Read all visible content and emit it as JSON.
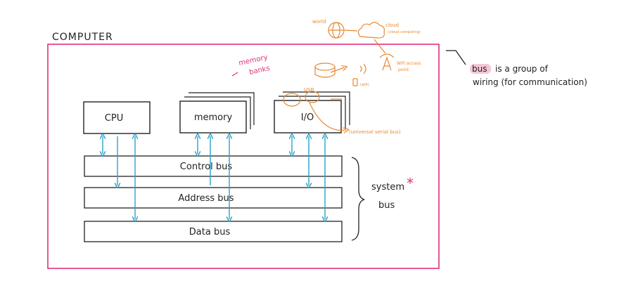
{
  "computer_label": "COMPUTER",
  "components": {
    "cpu": "CPU",
    "memory": "memory",
    "io": "I/O"
  },
  "memory_banks_note": "memory banks",
  "buses": {
    "control": "Control bus",
    "address": "Address bus",
    "data": "Data bus"
  },
  "system_bus_label": {
    "line1": "system",
    "line2": "bus",
    "marker": "*"
  },
  "bus_note": {
    "word": "bus",
    "line1_rest": "is a group of",
    "line2": "wiring (for communication)"
  },
  "peripherals": {
    "world": "world",
    "cloud": "cloud",
    "cloud_sub": "(cloud computing)",
    "wifi": "WiFi access",
    "wifi_2": "point",
    "usb": "USB",
    "usb_full": "(universal serial bus)",
    "wifi_small": "(wifi)"
  },
  "colors": {
    "computer_frame": "#e0307a",
    "bus_arrows": "#2aa3c9",
    "peripheral_ink": "#e8892f",
    "note_highlight": "#f4c6d8",
    "ink": "#222222"
  }
}
